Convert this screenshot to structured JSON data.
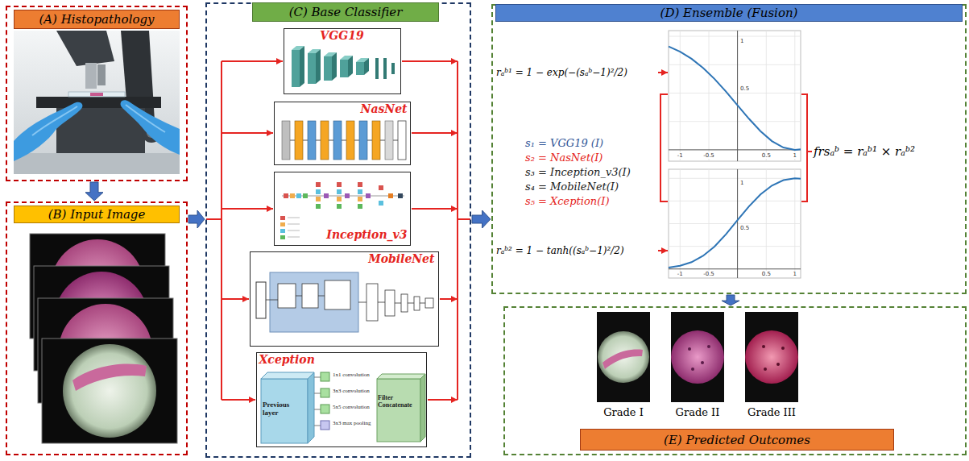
{
  "diagram": {
    "nodes": [
      {
        "text": [
          "(A) Histopathology"
        ]
      },
      {
        "text": [
          "(B) Input Image"
        ]
      },
      {
        "text": [
          "(C) Base Classifier"
        ]
      },
      {
        "text": [
          "VGG19"
        ],
        "in": 2
      },
      {
        "text": [
          "NasNet"
        ],
        "in": 2
      },
      {
        "text": [
          "Inception_v3"
        ],
        "in": 2
      },
      {
        "text": [
          "MobileNet"
        ],
        "in": 2
      },
      {
        "text": [
          "Xception"
        ],
        "in": 2
      },
      {
        "text": [
          "(D) Ensemble (Fusion)"
        ]
      },
      {
        "text": [
          "(E) Predicted Outcomes"
        ]
      },
      {
        "text": [
          "Grade I"
        ],
        "in": 9
      },
      {
        "text": [
          "Grade II"
        ],
        "in": 9
      },
      {
        "text": [
          "Grade III"
        ],
        "in": 9
      }
    ],
    "edges": [
      {
        "from": 0,
        "to": 1,
        "arrow": "to"
      },
      {
        "from": 1,
        "to": 2,
        "arrow": "to"
      },
      {
        "from": 2,
        "to": 8,
        "arrow": "to"
      },
      {
        "from": 8,
        "to": 9,
        "arrow": "to"
      }
    ],
    "labels": [
      "rₐᵇ¹ = 1 − exp(−(sₐᵇ−1)²/2)",
      "s₁ = VGG19 (I)",
      "s₂ = NasNet(I)",
      "s₃ = Inception_v3(I)",
      "s₄ = MobileNet(I)",
      "s₅ = Xception(I)",
      "rₐᵇ² = 1 − tanh((sₐᵇ−1)²/2)",
      "frsₐᵇ = rₐᵇ¹ × rₐᵇ²",
      "-1",
      "-0.5",
      "0.5",
      "1",
      "1",
      "0.5",
      "-1",
      "-0.5",
      "0.5",
      "1",
      "1",
      "0.5",
      "Previous layer",
      "1x1 convolution",
      "3x3 convolution",
      "5x5 convolution",
      "3x3 max pooling",
      "Filter Concatenate"
    ]
  }
}
